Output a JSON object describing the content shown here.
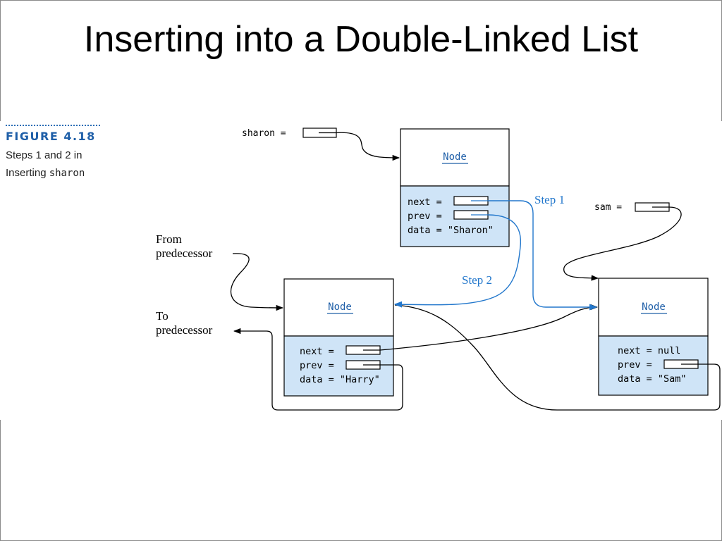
{
  "slide": {
    "title": "Inserting into a Double-Linked List"
  },
  "figure": {
    "label": "FIGURE 4.18",
    "caption_line1": "Steps 1 and 2 in",
    "caption_line2_prefix": "Inserting ",
    "caption_line2_code": "sharon"
  },
  "diagram": {
    "colors": {
      "node_fill": "#cfe4f7",
      "step_blue": "#2277cc",
      "figure_blue": "#1f5fa8"
    },
    "variables": {
      "sharon": "sharon =",
      "sam": "sam ="
    },
    "nodes": {
      "sharon": {
        "header": "Node",
        "next": "next =",
        "prev": "prev =",
        "data": "data = \"Sharon\""
      },
      "harry": {
        "header": "Node",
        "next": "next =",
        "prev": "prev =",
        "data": "data = \"Harry\""
      },
      "sam": {
        "header": "Node",
        "next": "next = null",
        "prev": "prev =",
        "data": "data = \"Sam\""
      }
    },
    "labels": {
      "step1": "Step 1",
      "step2": "Step 2",
      "from_line1": "From",
      "from_line2": "predecessor",
      "to_line1": "To",
      "to_line2": "predecessor"
    }
  }
}
